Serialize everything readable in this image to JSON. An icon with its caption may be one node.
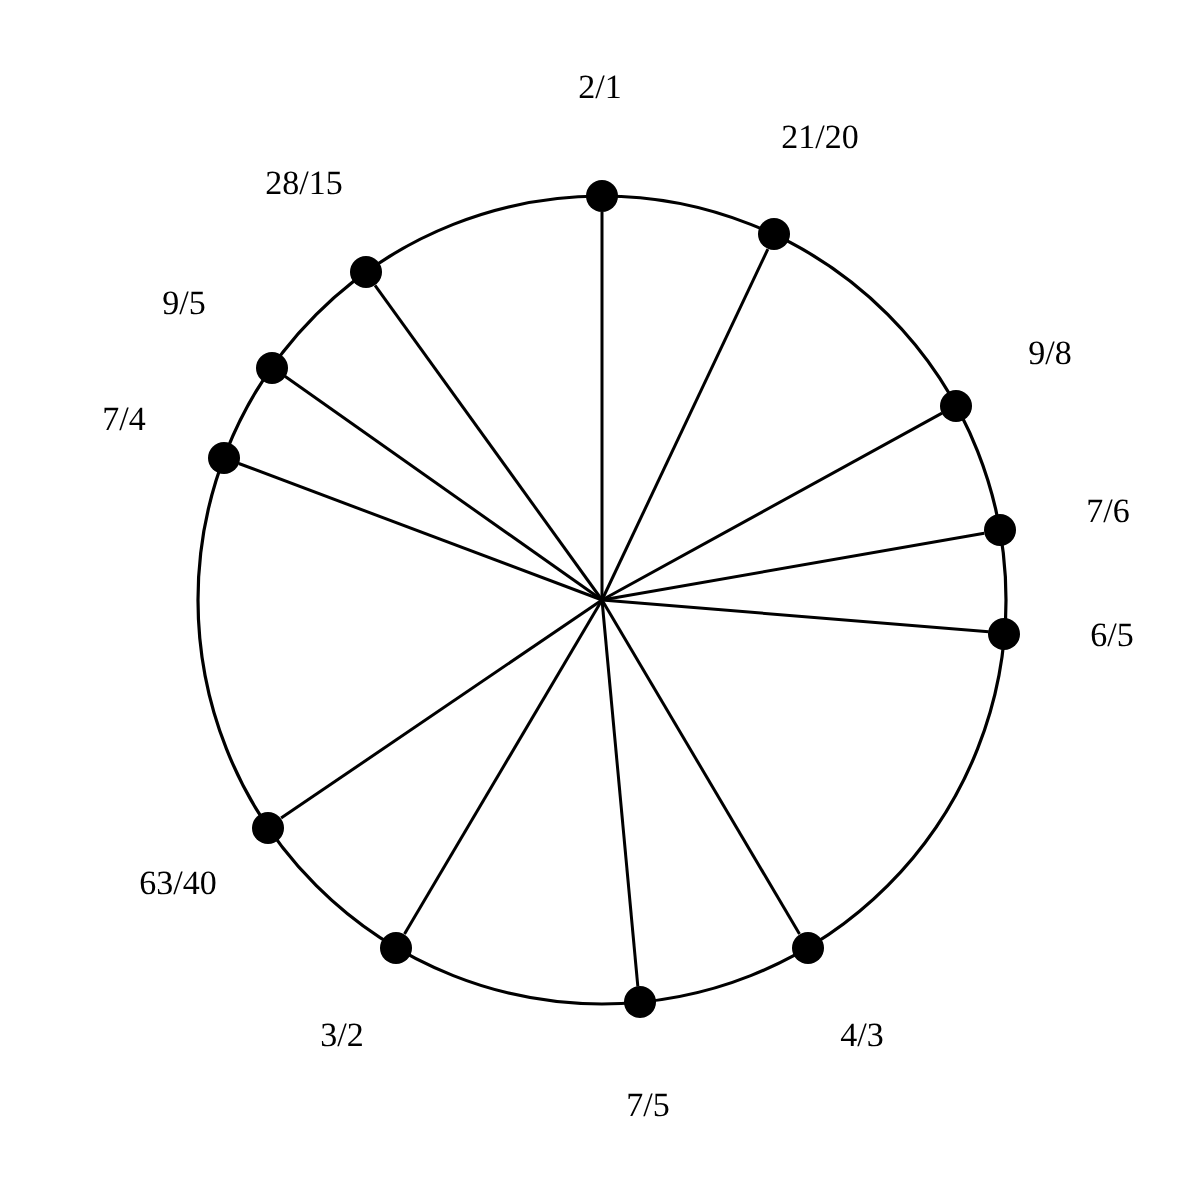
{
  "diagram": {
    "nodes": [
      {
        "text": [],
        "shape": "circle",
        "beside": [
          "2/1"
        ]
      },
      {
        "text": [],
        "shape": "circle",
        "beside": [
          "21/20"
        ]
      },
      {
        "text": [],
        "shape": "circle",
        "beside": [
          "9/8"
        ]
      },
      {
        "text": [],
        "shape": "circle",
        "beside": [
          "7/6"
        ]
      },
      {
        "text": [],
        "shape": "circle",
        "beside": [
          "6/5"
        ]
      },
      {
        "text": [],
        "shape": "circle",
        "beside": [
          "4/3"
        ]
      },
      {
        "text": [],
        "shape": "circle",
        "beside": [
          "7/5"
        ]
      },
      {
        "text": [],
        "shape": "circle",
        "beside": [
          "3/2"
        ]
      },
      {
        "text": [],
        "shape": "circle",
        "beside": [
          "63/40"
        ]
      },
      {
        "text": [],
        "shape": "circle",
        "beside": [
          "7/4"
        ]
      },
      {
        "text": [],
        "shape": "circle",
        "beside": [
          "9/5"
        ]
      },
      {
        "text": [],
        "shape": "circle",
        "beside": [
          "28/15"
        ]
      }
    ],
    "edges": [
      {
        "from": null,
        "to": 0,
        "arrow": "none"
      },
      {
        "from": null,
        "to": 1,
        "arrow": "none"
      },
      {
        "from": null,
        "to": 2,
        "arrow": "none"
      },
      {
        "from": null,
        "to": 3,
        "arrow": "none"
      },
      {
        "from": null,
        "to": 4,
        "arrow": "none"
      },
      {
        "from": null,
        "to": 5,
        "arrow": "none"
      },
      {
        "from": null,
        "to": 6,
        "arrow": "none"
      },
      {
        "from": null,
        "to": 7,
        "arrow": "none"
      },
      {
        "from": null,
        "to": 8,
        "arrow": "none"
      },
      {
        "from": null,
        "to": 9,
        "arrow": "none"
      },
      {
        "from": null,
        "to": 10,
        "arrow": "none"
      },
      {
        "from": null,
        "to": 11,
        "arrow": "none"
      }
    ]
  }
}
